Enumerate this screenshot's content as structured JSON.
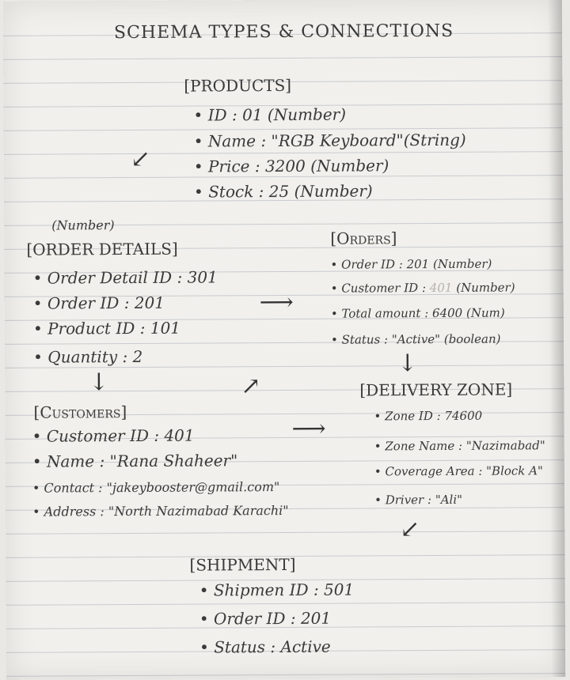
{
  "title": "SCHEMA TYPES & CONNECTIONS",
  "products": {
    "heading": "[PRODUCTS]",
    "fields": [
      "ID : 01 (Number)",
      "Name : \"RGB Keyboard\"(String)",
      "Price : 3200 (Number)",
      "Stock : 25 (Number)"
    ]
  },
  "order_details": {
    "type_note": "(Number)",
    "heading": "[ORDER DETAILS]",
    "fields": [
      "Order Detail ID : 301",
      "Order ID : 201",
      "Product ID : 101",
      "Quantity : 2"
    ]
  },
  "orders": {
    "heading": "[Orders]",
    "fields": [
      "Order ID : 201 (Number)",
      "Customer ID : ",
      "Total amount : 6400 (Num)",
      "Status : \"Active\" (boolean)"
    ],
    "customer_id_value": "401",
    "customer_id_type": "(Number)"
  },
  "customers": {
    "heading": "[Customers]",
    "fields": [
      "Customer ID : 401",
      "Name : \"Rana Shaheer\"",
      "Contact : \"jakeybooster@gmail.com\"",
      "Address : \"North Nazimabad Karachi\""
    ]
  },
  "delivery_zone": {
    "heading": "[DELIVERY ZONE]",
    "fields": [
      "Zone ID : 74600",
      "Zone Name : \"Nazimabad\"",
      "Coverage Area : \"Block A\"",
      "Driver : \"Ali\""
    ]
  },
  "shipment": {
    "heading": "[SHIPMENT]",
    "fields": [
      "Shipmen ID : 501",
      "Order ID : 201",
      "Status : Active"
    ]
  }
}
